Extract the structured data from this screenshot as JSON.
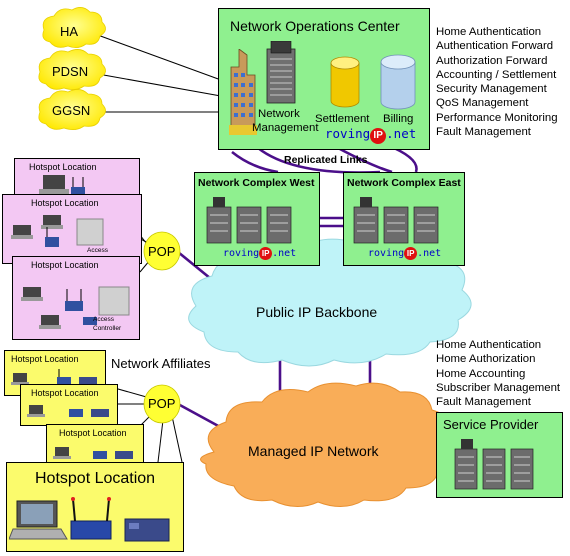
{
  "noc": {
    "title": "Network Operations Center",
    "labels": [
      "Network",
      "Management",
      "Settlement",
      "Billing"
    ],
    "functions": [
      "Home Authentication",
      "Authentication Forward",
      "Authorization Forward",
      "Accounting / Settlement",
      "Security Management",
      "QoS Management",
      "Performance Monitoring",
      "Fault Management"
    ]
  },
  "brand": {
    "prefix": "roving",
    "ip": "IP",
    "suffix": ".net"
  },
  "gateways": [
    "HA",
    "PDSN",
    "GGSN"
  ],
  "replicated_links": "Replicated Links",
  "complexes": [
    "Network Complex West",
    "Network Complex East"
  ],
  "hotspot_label": "Hotspot Location",
  "controller_labels": [
    "Access Controller",
    "Access"
  ],
  "pop": "POP",
  "affiliates": "Network Affiliates",
  "backbone": "Public IP Backbone",
  "managed": "Managed IP Network",
  "provider": {
    "title": "Service Provider",
    "functions": [
      "Home Authentication",
      "Home Authorization",
      "Home Accounting",
      "Subscriber Management",
      "Fault Management"
    ]
  },
  "colors": {
    "noc_green": "#8ff08f",
    "hotspot_pink": "#f3c8f3",
    "hotspot_yellow": "#fbfb6c",
    "backbone_cloud": "#bff3f8",
    "managed_cloud": "#f9ad58",
    "links": "#4b0f8a"
  }
}
